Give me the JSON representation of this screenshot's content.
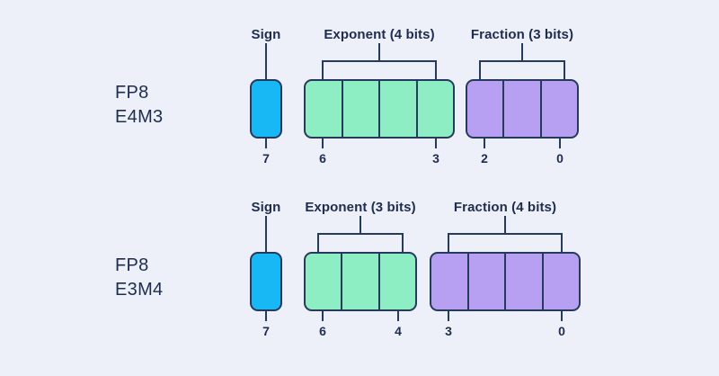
{
  "colors": {
    "background": "#edf0f8",
    "border": "#263a5e",
    "text": "#1e2c4f",
    "sign": "#17b8f3",
    "exponent": "#8deec4",
    "fraction": "#b7a0f1"
  },
  "rows": [
    {
      "label_line1": "FP8",
      "label_line2": "E4M3",
      "fields": [
        {
          "name": "Sign",
          "bits": 1,
          "left_bit": "7"
        },
        {
          "name": "Exponent (4 bits)",
          "bits": 4,
          "left_bit": "6",
          "right_bit": "3"
        },
        {
          "name": "Fraction (3 bits)",
          "bits": 3,
          "left_bit": "2",
          "right_bit": "0"
        }
      ]
    },
    {
      "label_line1": "FP8",
      "label_line2": "E3M4",
      "fields": [
        {
          "name": "Sign",
          "bits": 1,
          "left_bit": "7"
        },
        {
          "name": "Exponent (3 bits)",
          "bits": 3,
          "left_bit": "6",
          "right_bit": "4"
        },
        {
          "name": "Fraction (4 bits)",
          "bits": 4,
          "left_bit": "3",
          "right_bit": "0"
        }
      ]
    }
  ]
}
